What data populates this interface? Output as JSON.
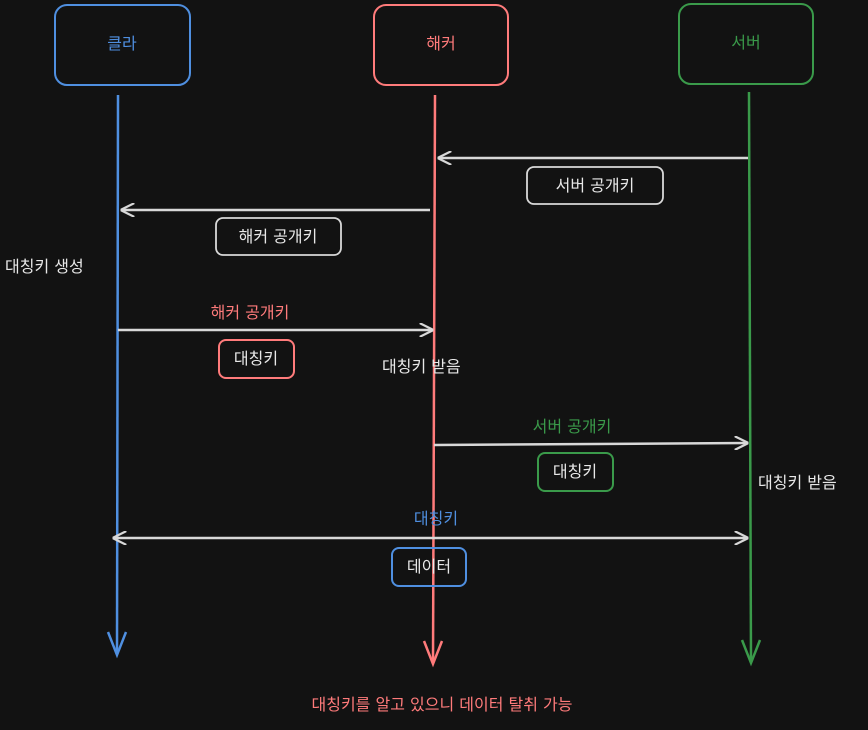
{
  "colors": {
    "background": "#121212",
    "client": "#4f8fe0",
    "hacker": "#ff7b7b",
    "server": "#3a9a4a",
    "neutral": "#d8d8d8"
  },
  "actors": {
    "client": "클라",
    "hacker": "해커",
    "server": "서버"
  },
  "steps": {
    "server_pubkey_box": "서버 공개키",
    "hacker_pubkey_box": "해커 공개키",
    "client_note": "대칭키 생성",
    "hacker_pubkey_label": "해커 공개키",
    "symkey_box_red": "대칭키",
    "hacker_note": "대칭키 받음",
    "server_pubkey_label": "서버 공개키",
    "symkey_box_green": "대칭키",
    "server_note": "대칭키 받음",
    "symkey_label_blue": "대칭키",
    "data_box": "데이터",
    "footer": "대칭키를 알고 있으니 데이터 탈취 가능"
  }
}
